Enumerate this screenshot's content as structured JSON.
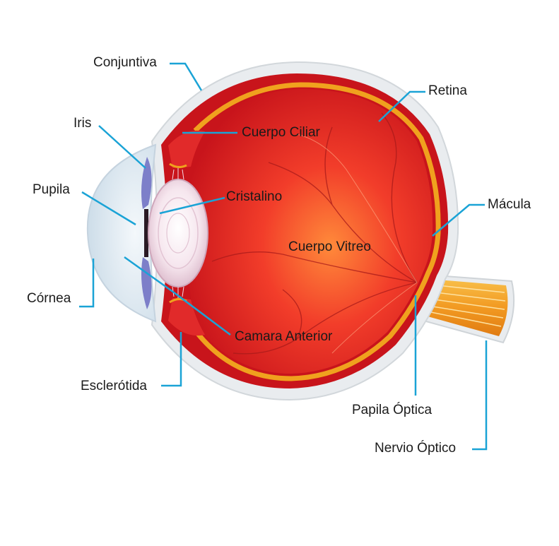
{
  "diagram": {
    "labels": {
      "conjuntiva": "Conjuntiva",
      "retina": "Retina",
      "iris": "Iris",
      "cuerpo_ciliar": "Cuerpo Ciliar",
      "pupila": "Pupila",
      "cristalino": "Cristalino",
      "macula": "Mácula",
      "cuerpo_vitreo": "Cuerpo Vitreo",
      "cornea": "Córnea",
      "camara_anterior": "Camara Anterior",
      "esclerotida": "Esclerótida",
      "papila_optica": "Papila Óptica",
      "nervio_optico": "Nervio Óptico"
    },
    "colors": {
      "leader_line": "#1aa3d6",
      "sclera": "#e9ecef",
      "choroid": "#c8141b",
      "retina": "#f0a11e",
      "vitreous": "#f03a2a",
      "lens": "#f6e8ee",
      "cornea": "#dfe9f1",
      "iris": "#7d7fc9",
      "optic_nerve": "#f2a628"
    }
  }
}
